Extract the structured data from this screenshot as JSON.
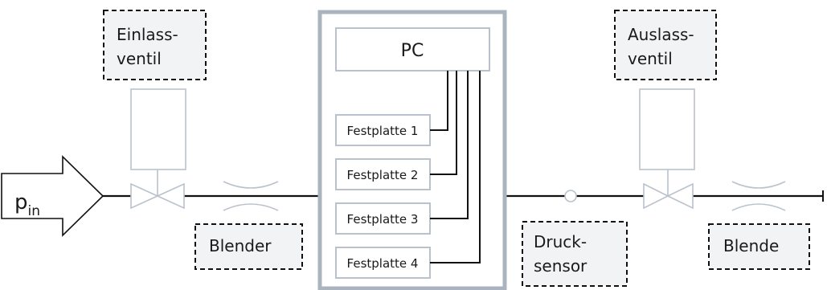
{
  "inlet": {
    "label_main": "p",
    "label_sub": "in"
  },
  "computer": {
    "pc_label": "PC",
    "disks": [
      "Festplatte 1",
      "Festplatte 2",
      "Festplatte 3",
      "Festplatte 4"
    ]
  },
  "valves": {
    "inlet": {
      "line1": "Einlass-",
      "line2": "ventil"
    },
    "outlet": {
      "line1": "Auslass-",
      "line2": "ventil"
    }
  },
  "restrictors": {
    "left": "Blender",
    "right": "Blende"
  },
  "sensor": {
    "line1": "Druck-",
    "line2": "sensor"
  },
  "colors": {
    "line": "#111111",
    "light": "#b9c2cc",
    "frame": "#a9b4bf",
    "label_bg": "#f1f3f5"
  }
}
